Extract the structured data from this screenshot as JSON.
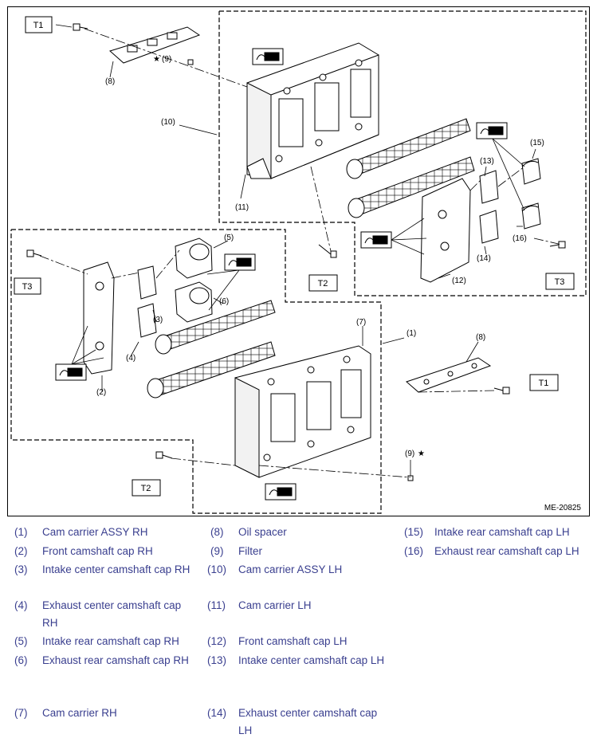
{
  "figure": {
    "code": "ME-20825",
    "tags": {
      "t1": "T1",
      "t2": "T2",
      "t3": "T3"
    },
    "callouts": {
      "c1": "(1)",
      "c2": "(2)",
      "c3": "(3)",
      "c4": "(4)",
      "c5": "(5)",
      "c6": "(6)",
      "c7": "(7)",
      "c8": "(8)",
      "c9": "(9)",
      "c10": "(10)",
      "c11": "(11)",
      "c12": "(12)",
      "c13": "(13)",
      "c14": "(14)",
      "c15": "(15)",
      "c16": "(16)"
    },
    "star": "★"
  },
  "legend": [
    {
      "num": "(1)",
      "text": "Cam carrier ASSY RH"
    },
    {
      "num": "(2)",
      "text": "Front camshaft cap RH"
    },
    {
      "num": "(3)",
      "text": "Intake center camshaft cap RH"
    },
    {
      "num": "(4)",
      "text": "Exhaust center camshaft cap RH"
    },
    {
      "num": "(5)",
      "text": "Intake rear camshaft cap RH"
    },
    {
      "num": "(6)",
      "text": "Exhaust rear camshaft cap RH"
    },
    {
      "num": "(7)",
      "text": "Cam carrier RH"
    },
    {
      "num": "(8)",
      "text": "Oil spacer"
    },
    {
      "num": "(9)",
      "text": "Filter"
    },
    {
      "num": "(10)",
      "text": "Cam carrier ASSY LH"
    },
    {
      "num": "(11)",
      "text": "Cam carrier LH"
    },
    {
      "num": "(12)",
      "text": "Front camshaft cap LH"
    },
    {
      "num": "(13)",
      "text": "Intake center camshaft cap LH"
    },
    {
      "num": "(14)",
      "text": "Exhaust center camshaft cap LH"
    },
    {
      "num": "(15)",
      "text": "Intake rear camshaft cap LH"
    },
    {
      "num": "(16)",
      "text": "Exhaust rear camshaft cap LH"
    }
  ]
}
